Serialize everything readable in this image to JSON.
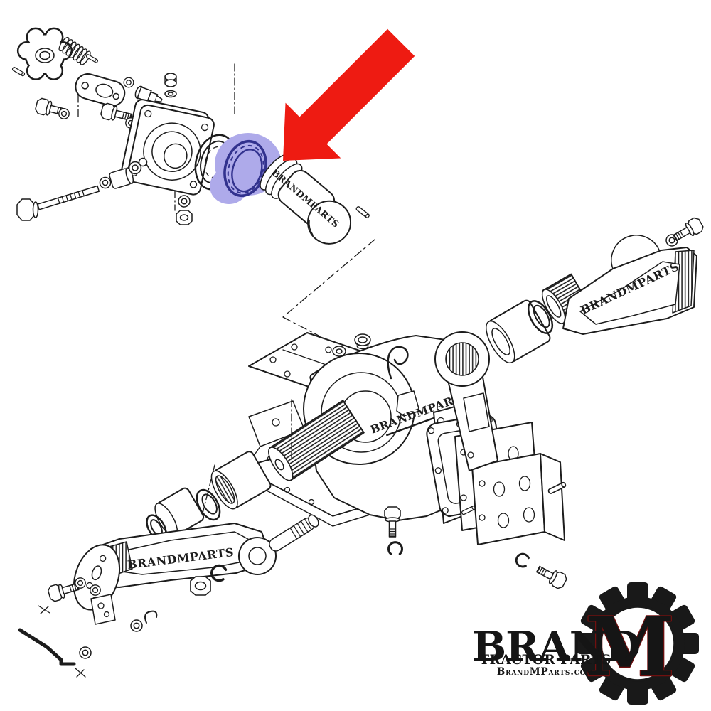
{
  "watermark": {
    "text": "BRANDMPARTS"
  },
  "logo": {
    "brand": "BRAND",
    "monogram": "M",
    "tagline": "TRACTOR PARTS",
    "website": "BrandMParts.com",
    "colors": {
      "gear": "#191919",
      "monogram_fill": "#e31e25",
      "monogram_outline": "#70100f",
      "text": "#151515"
    }
  },
  "annotation": {
    "arrow_color": "#ee1b12",
    "highlight_fill": "#aeaaea",
    "highlight_ink": "#32328e"
  },
  "drawing": {
    "ink": "#1c1c1c",
    "background": "#ffffff"
  }
}
